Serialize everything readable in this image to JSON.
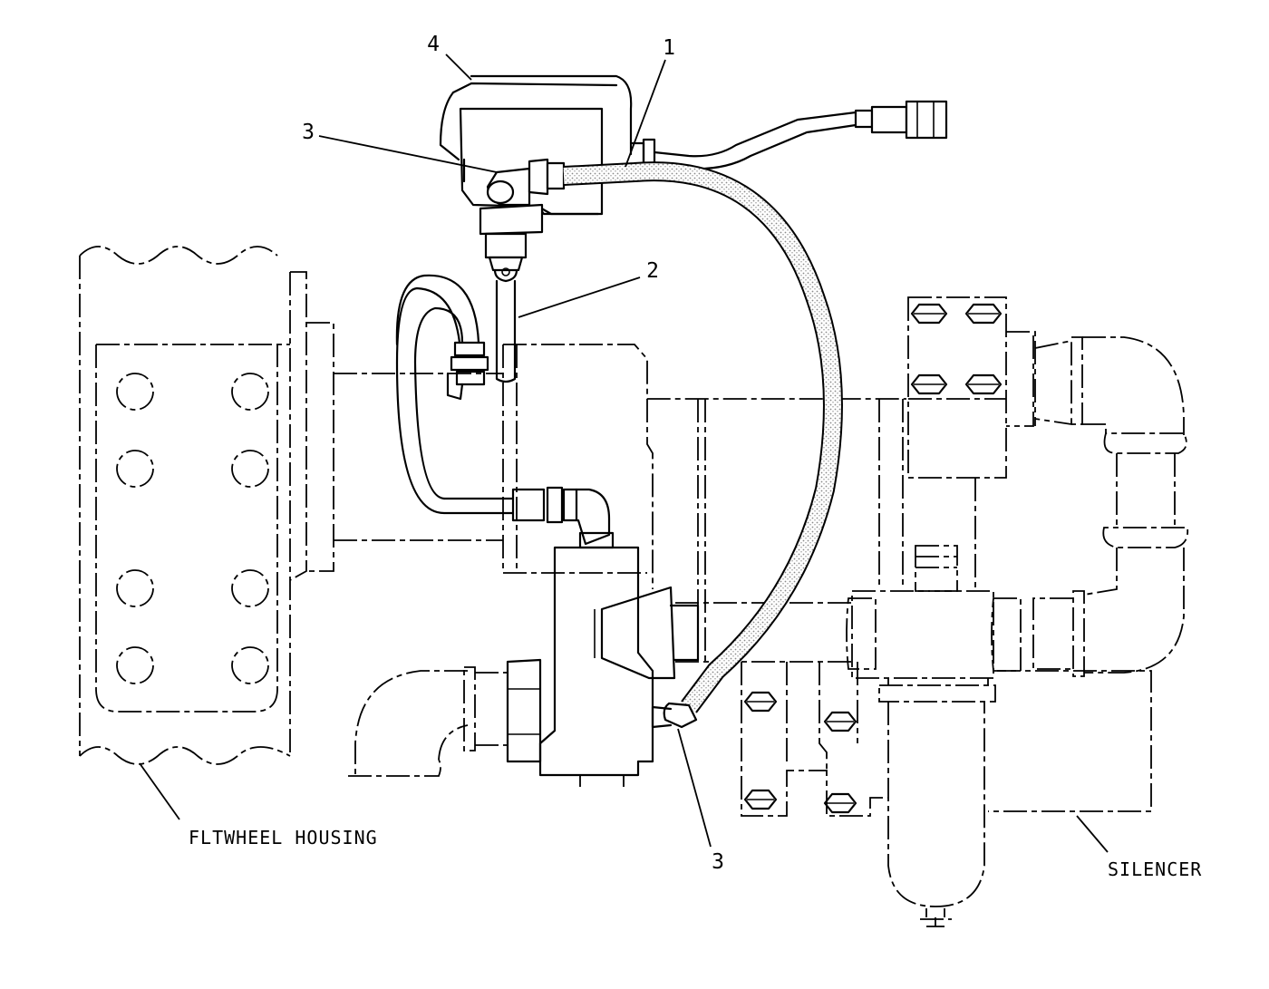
{
  "callouts": {
    "item_1": "1",
    "item_2": "2",
    "item_3_upper": "3",
    "item_3_lower": "3",
    "item_4": "4"
  },
  "labels": {
    "flywheel_housing": "FLTWHEEL HOUSING",
    "silencer": "SILENCER"
  },
  "colors": {
    "line": "#000000",
    "background": "#ffffff",
    "hose_texture": "#9a9a9a"
  }
}
